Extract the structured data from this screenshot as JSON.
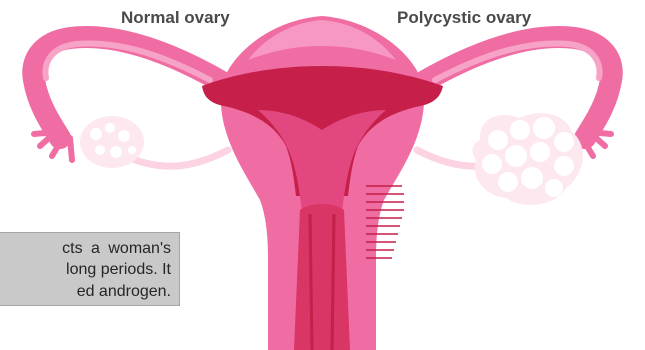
{
  "labels": {
    "normal_ovary": "Normal ovary",
    "polycystic_ovary": "Polycystic ovary"
  },
  "caption": {
    "line1": "cts a woman's",
    "line2": "long periods. It",
    "line3": "ed androgen."
  },
  "colors": {
    "uterus_outer": "#f06da4",
    "uterus_highlight": "#f7a3c8",
    "uterus_inner": "#e2477f",
    "endometrium": "#c51f4a",
    "cervix": "#d93565",
    "ovary_fill": "#fde8ef",
    "ovary_cyst": "#ffffff",
    "caption_bg": "#c9c9c9"
  }
}
